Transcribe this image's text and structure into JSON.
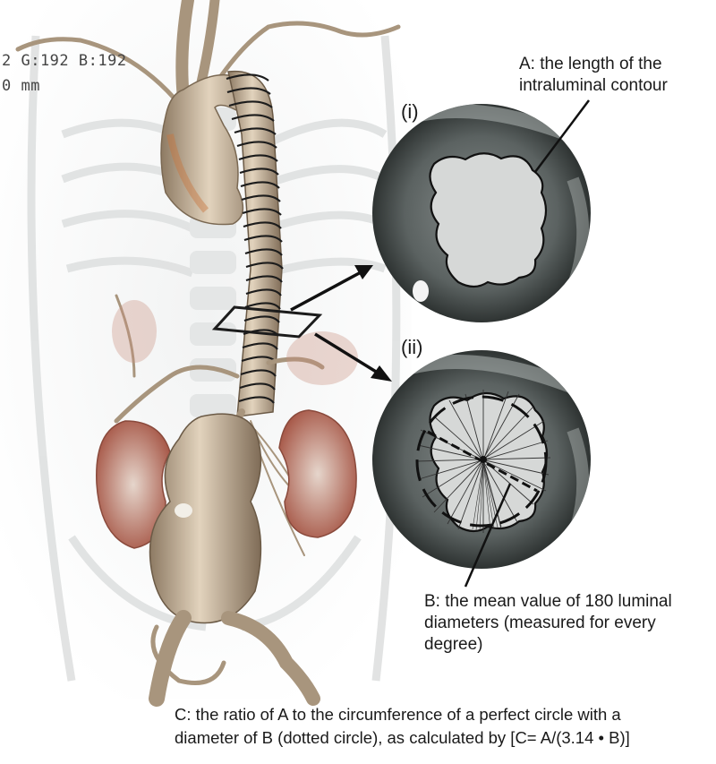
{
  "readout": {
    "line1": "2 G:192 B:192",
    "line2": "0 mm"
  },
  "panels": {
    "i": {
      "id": "(i)"
    },
    "ii": {
      "id": "(ii)"
    }
  },
  "annotations": {
    "a": {
      "line1": "A: the length of the",
      "line2": "intraluminal contour"
    },
    "b": {
      "line1": "B: the mean value of 180 luminal",
      "line2": "diameters (measured for every degree)"
    }
  },
  "caption": {
    "line1": "C: the ratio of A to the circumference of a perfect circle with a",
    "line2": "diameter of B (dotted circle), as calculated by [C= A/(3.14 • B)]"
  },
  "colors": {
    "vessel": "#cdb89c",
    "kidney": "#a85a4a",
    "ct_dark": "#3e4443",
    "lumen": "#d6d8d7"
  }
}
